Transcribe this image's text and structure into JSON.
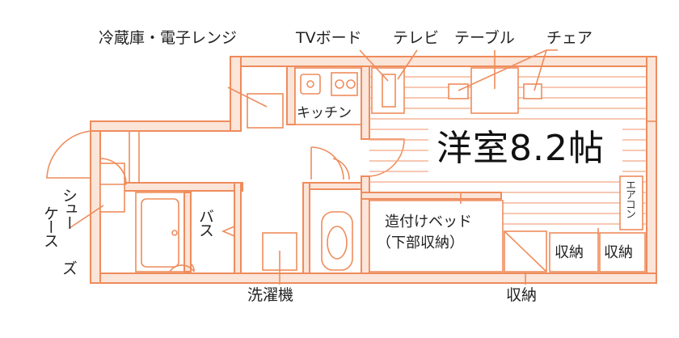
{
  "floorplan": {
    "labels": {
      "fridge_microwave": "冷蔵庫・電子レンジ",
      "tv_board": "TVボード",
      "tv": "テレビ",
      "table": "テーブル",
      "chair": "チェア",
      "kitchen": "キッチン",
      "western_room": "洋室8.2帖",
      "aircon": "エアコン",
      "shoe_case_1": "シュー",
      "shoe_case_2": "ズ",
      "shoe_case_3": "ケース",
      "bath": "バス",
      "built_in_bed_1": "造付けベッド",
      "built_in_bed_2": "（下部収納）",
      "storage_a": "収納",
      "storage_b": "収納",
      "storage_c": "収納",
      "washer": "洗濯機"
    },
    "colors": {
      "wall_fill": "#fbe4d8",
      "line": "#ee8c5c"
    }
  }
}
